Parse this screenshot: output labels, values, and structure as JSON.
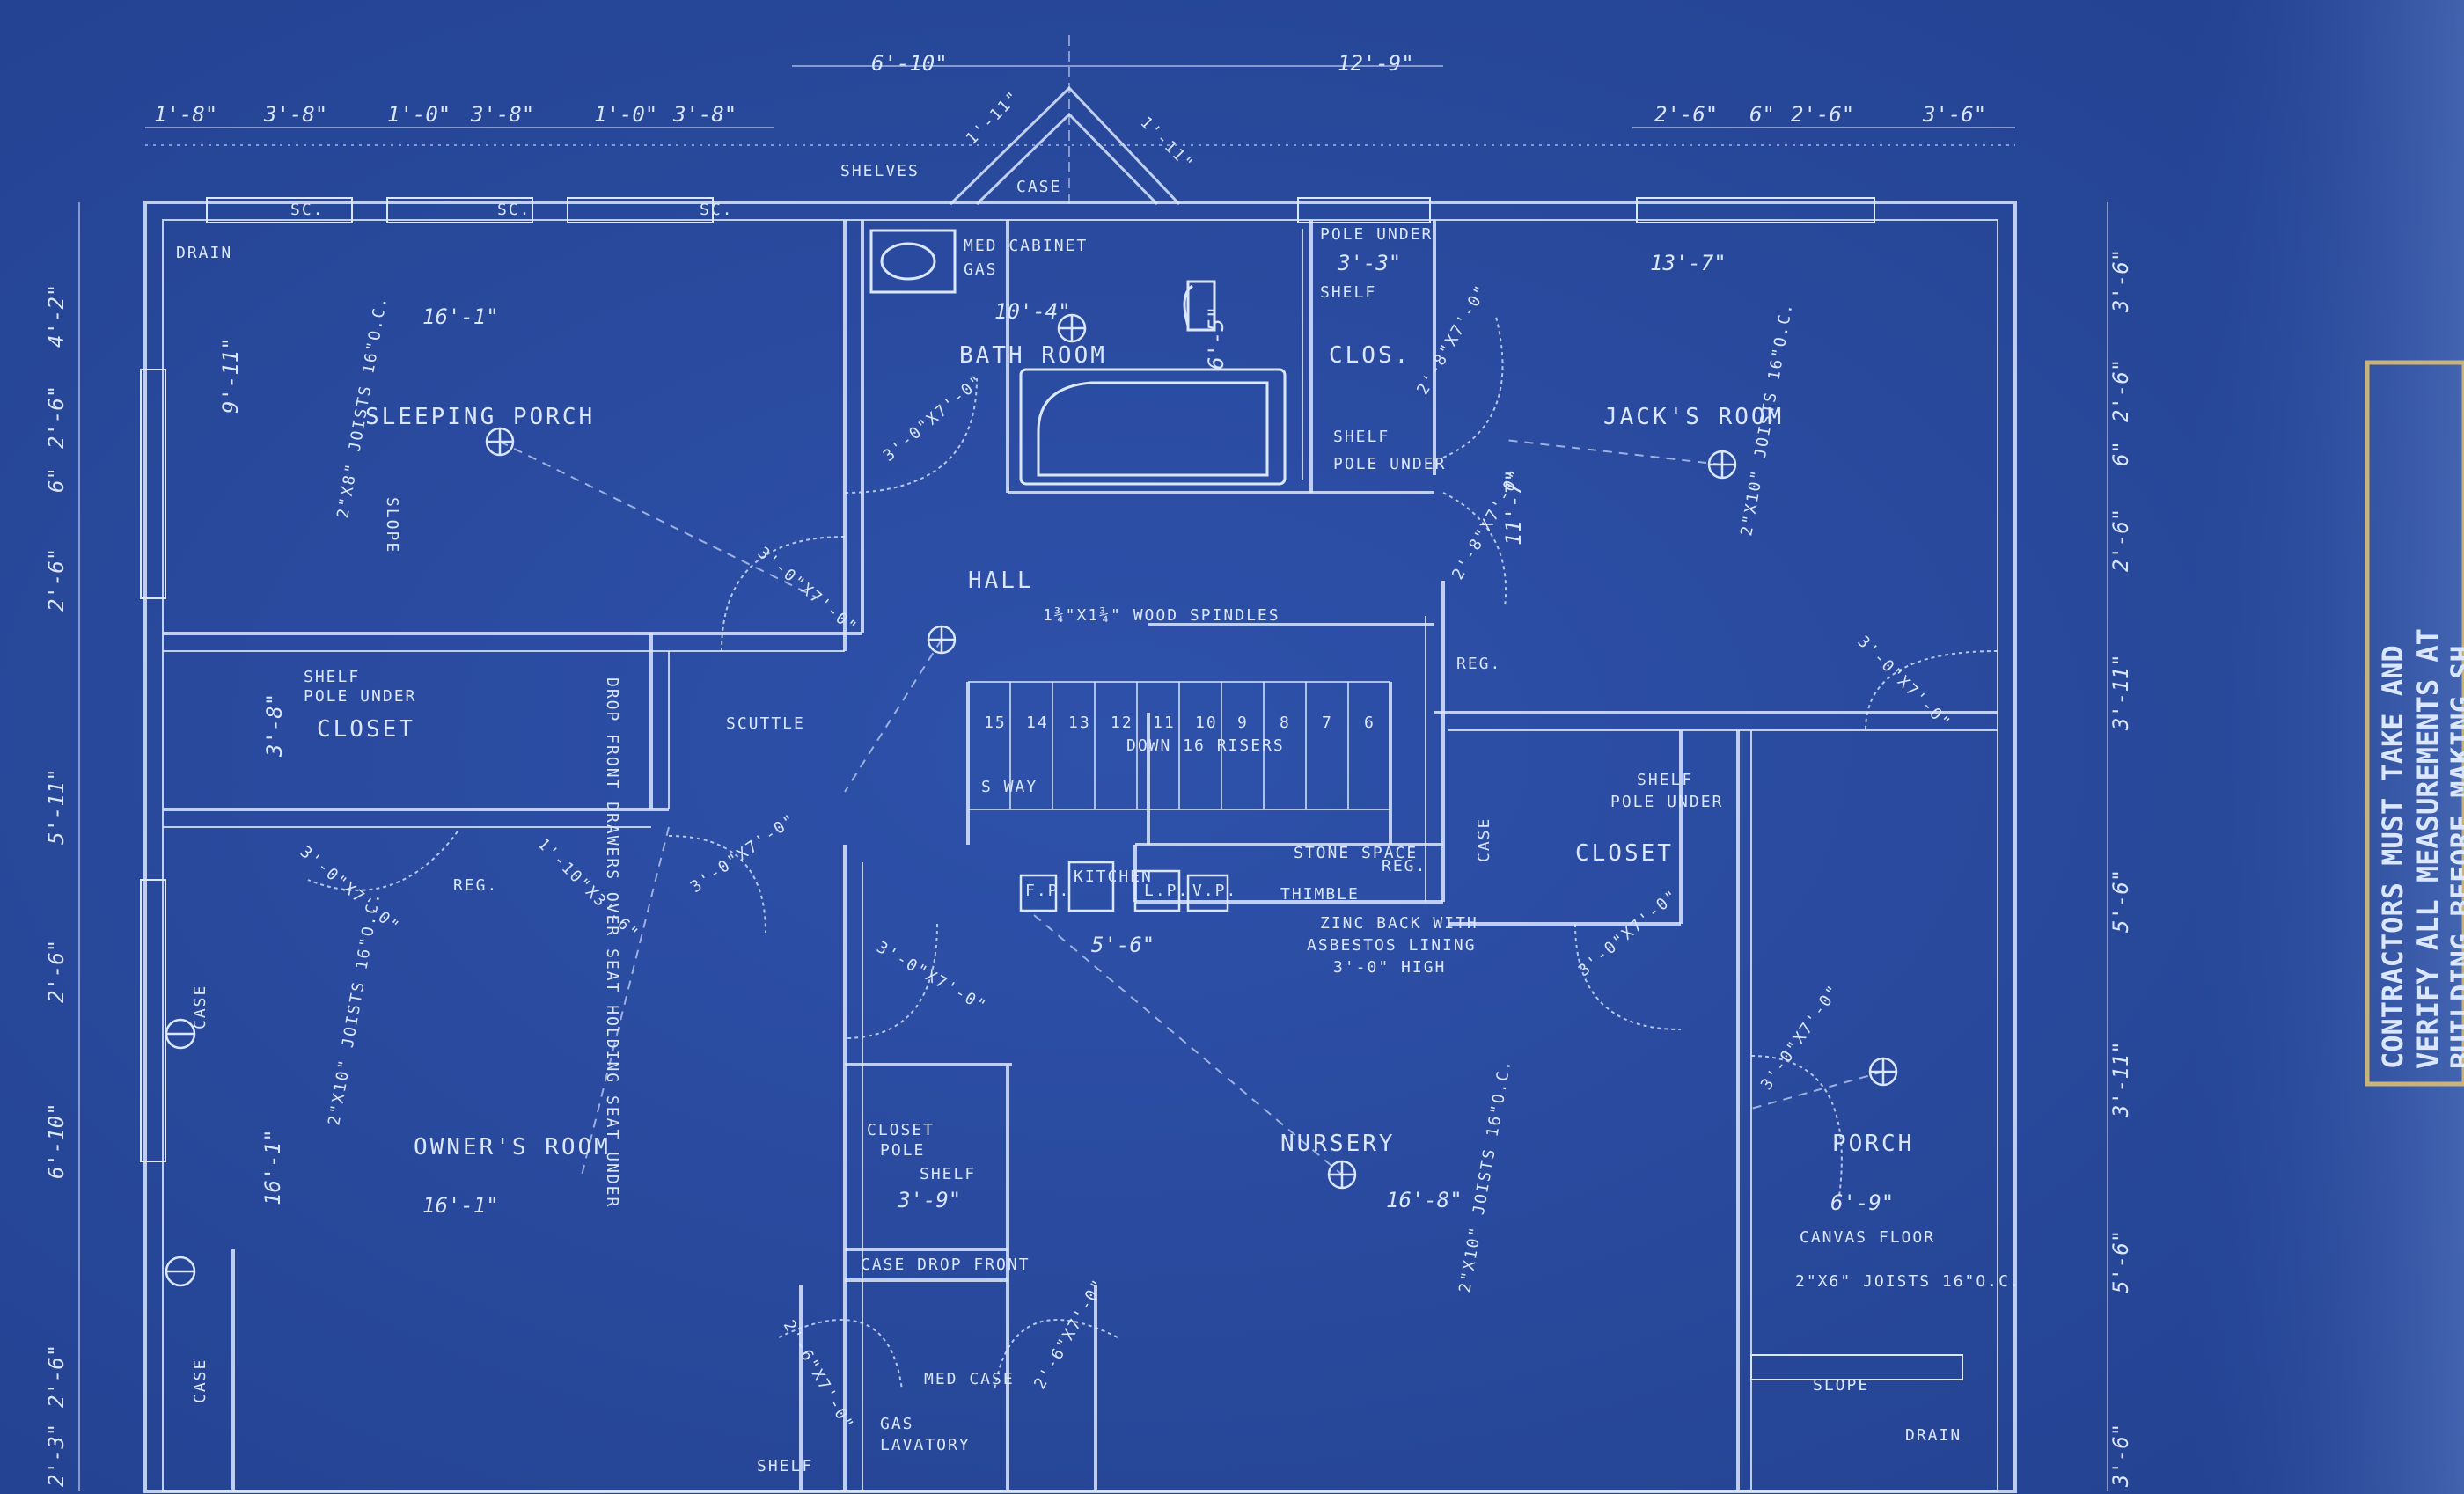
{
  "sheet": {
    "paper_color": "#2a4a9e",
    "line_color": "#dbe6ff",
    "stamp_border": "#c9b37a"
  },
  "rooms": {
    "sleeping_porch": "SLEEPING PORCH",
    "bath_room": "BATH ROOM",
    "hall": "HALL",
    "jacks_room": "JACK'S ROOM",
    "owners_room": "OWNER'S ROOM",
    "nursery": "NURSERY",
    "porch": "PORCH",
    "closet_left": "CLOSET",
    "closet_right": "CLOSET",
    "clos": "CLOS."
  },
  "notes": {
    "drain_top": "DRAIN",
    "drain_bottom": "DRAIN",
    "shelves": "SHELVES",
    "case_top": "CASE",
    "med_cabinet": "MED CABINET",
    "gas_top": "GAS",
    "pole_under_top": "POLE UNDER",
    "shelf_top": "SHELF",
    "shelf_clos": "SHELF",
    "pole_under_clos": "POLE UNDER",
    "wood_spindles": "1¾\"X1¾\" WOOD SPINDLES",
    "down_risers": "DOWN 16 RISERS",
    "riser_numbers": [
      "15",
      "14",
      "13",
      "12",
      "11",
      "10",
      "9",
      "8",
      "7",
      "6"
    ],
    "shelf_left": "SHELF",
    "pole_under_left": "POLE UNDER",
    "drop_front": "DROP FRONT DRAWERS OVER SEAT HOLDING SEAT UNDER",
    "scuttle": "SCUTTLE",
    "sway": "S WAY",
    "reg_left": "REG.",
    "reg_mid": "REG.",
    "reg_right": "REG.",
    "stone_space": "STONE SPACE",
    "thimble": "THIMBLE",
    "zinc_back": "ZINC BACK WITH",
    "asbestos": "ASBESTOS LINING",
    "high": "3'-0\" HIGH",
    "flue_labels": [
      "F.P.",
      "KITCHEN",
      "L.P.",
      "V.P."
    ],
    "shelf_right": "SHELF",
    "pole_under_right": "POLE UNDER",
    "case_right": "CASE",
    "case_left_mid": "CASE",
    "case_left_bot": "CASE",
    "closet_pole": "CLOSET",
    "pole": "POLE",
    "shelf_bot": "SHELF",
    "case_drop_front": "CASE DROP FRONT",
    "med_case": "MED CASE",
    "gas_bot": "GAS",
    "lavatory": "LAVATORY",
    "shelf_lav": "SHELF",
    "canvas_floor": "CANVAS FLOOR",
    "slope_porch": "SLOPE",
    "slope_sleeping": "SLOPE",
    "joists_sleeping": "2\"X8\" JOISTS 16\"O.C.",
    "joists_jack": "2\"X10\" JOISTS 16\"O.C.",
    "joists_owner": "2\"X10\" JOISTS 16\"O.C.",
    "joists_nursery": "2\"X10\" JOISTS 16\"O.C.",
    "joists_porch": "2\"X6\" JOISTS 16\"O.C.",
    "sc": [
      "SC.",
      "SC.",
      "SC."
    ]
  },
  "dimensions": {
    "top_overall": [
      "6'-10\"",
      "12'-9\""
    ],
    "top_left": [
      "1'-8\"",
      "3'-8\"",
      "1'-0\"",
      "3'-8\"",
      "1'-0\"",
      "3'-8\""
    ],
    "top_right": [
      "2'-6\"",
      "6\"",
      "2'-6\"",
      "3'-6\""
    ],
    "left_side": [
      "4'-2\"",
      "2'-6\"",
      "6\"",
      "2'-6\"",
      "5'-11\"",
      "2'-6\"",
      "6'-10\"",
      "2'-6\"",
      "2'-3\""
    ],
    "right_side": [
      "3'-6\"",
      "2'-6\"",
      "6\"",
      "2'-6\"",
      "3'-11\"",
      "5'-6\"",
      "3'-11\"",
      "5'-6\"",
      "3'-6\""
    ],
    "room": {
      "sleeping_width": "16'-1\"",
      "sleeping_depth": "9'-11\"",
      "bath_width": "10'-4\"",
      "bath_clos": "3'-3\"",
      "bath_tub": "6'-5\"",
      "jack_width": "13'-7\"",
      "jack_depth": "11'-7\"",
      "closet_left": "3'-8\"",
      "owner_width": "16'-1\"",
      "owner_depth": "16'-1\"",
      "nursery_width": "16'-8\"",
      "porch_width": "6'-9\"",
      "hearth": "5'-6\"",
      "closet_bot": "3'-9\""
    },
    "doors": {
      "sleeping_bath": "3'-0\"X7'-0\"",
      "sleeping_hall": "3'-0\"X7'-0\"",
      "jack_clos": "2'-8\"X7'-0\"",
      "jack_hall": "2'-8\"X7'-0\"",
      "jack_porch": "3'-0\"X7'-0\"",
      "closet_left": "3'-0\"X7'-0\"",
      "owner_hall": "3'-0\"X7'-0\"",
      "owner_closet": "1'-10\"X3'-6\"",
      "nursery_hall": "3'-0\"X7'-0\"",
      "nursery_porch": "3'-0\"X7'-0\"",
      "porch": "3'-0\"X7'-0\"",
      "lav_left": "2'-6\"X7'-0\"",
      "lav_right": "2'-6\"X7'-0\"",
      "bath_top_left": "1'-11\"",
      "bath_top_right": "1'-11\""
    }
  },
  "stamp": {
    "line1": "CONTRACTORS MUST TAKE AND",
    "line2": "VERIFY ALL MEASUREMENTS AT",
    "line3": "BUILDING BEFORE MAKING SH..."
  }
}
